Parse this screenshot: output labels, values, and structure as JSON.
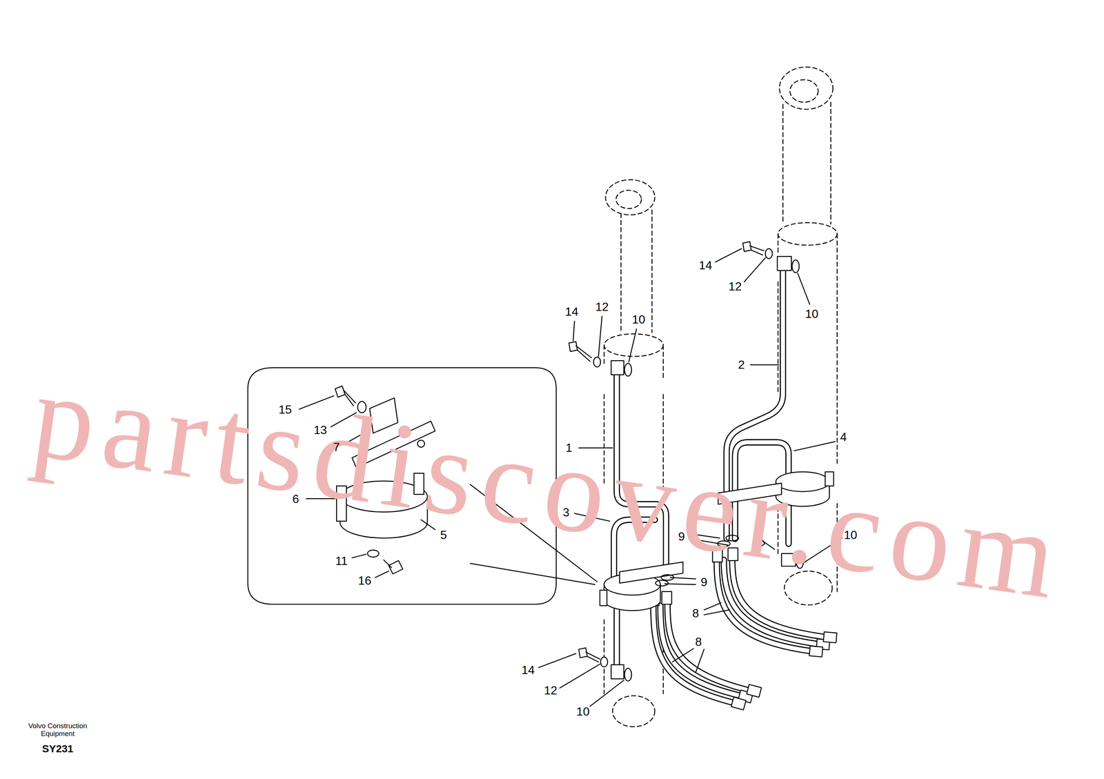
{
  "diagram": {
    "labels": [
      "partsdiscover.com",
      "15",
      "13",
      "7",
      "6",
      "5",
      "11",
      "16",
      "14",
      "12",
      "10",
      "1",
      "3",
      "9",
      "9",
      "8",
      "8",
      "14",
      "12",
      "10",
      "14",
      "12",
      "10",
      "2",
      "4",
      "10",
      "Volvo Construction Equipment",
      "SY231"
    ]
  }
}
